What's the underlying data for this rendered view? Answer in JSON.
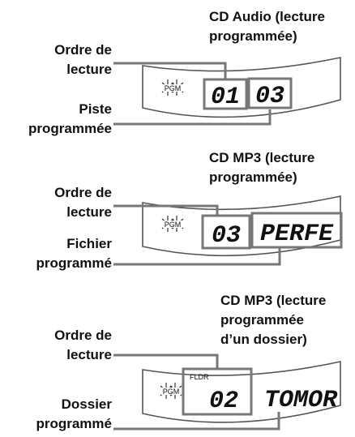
{
  "panels": [
    {
      "title_line1": "CD Audio (lecture",
      "title_line2": "programmée)",
      "left_top_line1": "Ordre de",
      "left_top_line2": "lecture",
      "left_bottom_line1": "Piste",
      "left_bottom_line2": "programmée",
      "pgm_label": "PGM",
      "display_a": "01",
      "display_b": "03"
    },
    {
      "title_line1": "CD MP3 (lecture",
      "title_line2": "programmée)",
      "left_top_line1": "Ordre de",
      "left_top_line2": "lecture",
      "left_bottom_line1": "Fichier",
      "left_bottom_line2": "programmé",
      "pgm_label": "PGM",
      "display_a": "03",
      "display_b": "PERFE"
    },
    {
      "title_line1": "CD MP3 (lecture",
      "title_line2": "programmée",
      "title_line3": "d’un dossier)",
      "left_top_line1": "Ordre de",
      "left_top_line2": "lecture",
      "left_bottom_line1": "Dossier",
      "left_bottom_line2": "programmé",
      "pgm_label": "PGM",
      "fldr_label": "FLDR",
      "display_a": "02",
      "display_b": "TOMOR"
    }
  ]
}
